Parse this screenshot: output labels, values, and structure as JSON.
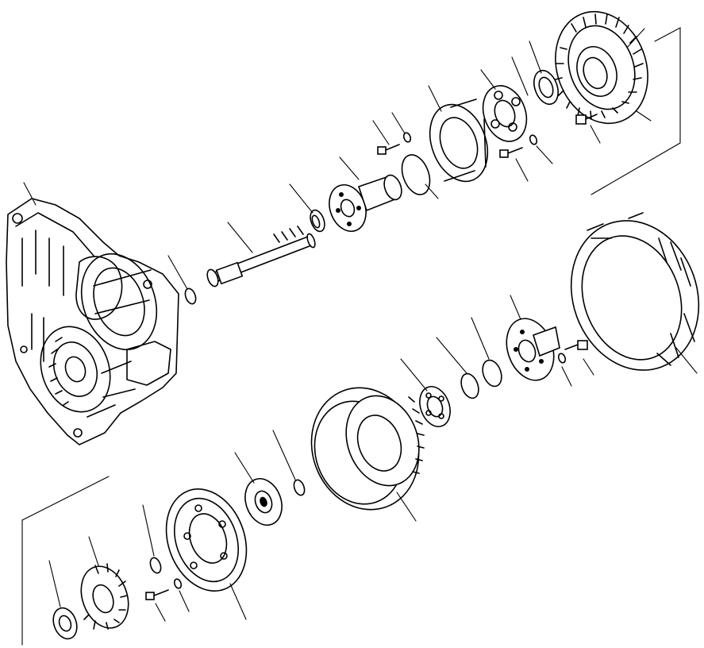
{
  "diagram": {
    "type": "exploded-parts-view",
    "background": "#ffffff",
    "ink": "#000000",
    "callout_count": 33,
    "groups": [
      {
        "id": "upper-drive-train",
        "part_count": 15
      },
      {
        "id": "lower-hub-assembly",
        "part_count": 14
      },
      {
        "id": "gear-case",
        "part_count": 1
      }
    ]
  }
}
